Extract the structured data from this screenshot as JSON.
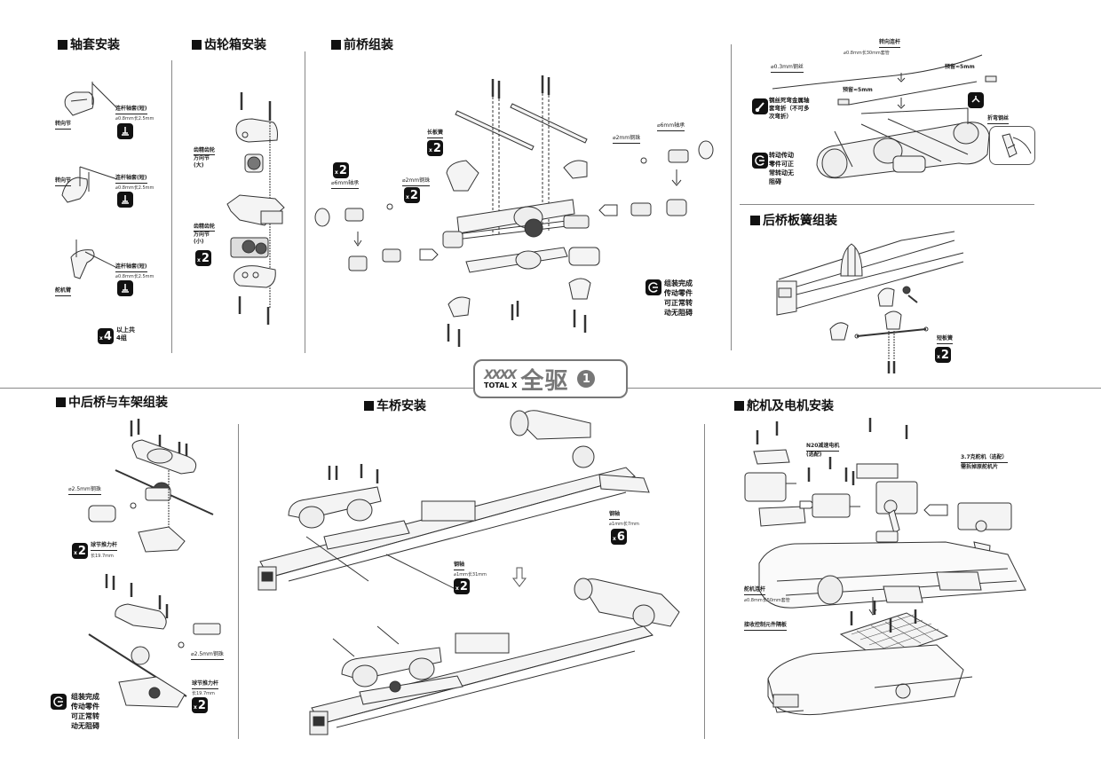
{
  "logo": {
    "stripes": "XXXX",
    "brand": "TOTAL X",
    "title_cn": "全驱",
    "page_number": "1"
  },
  "sections": {
    "bushing": {
      "title": "轴套安装",
      "parts": [
        {
          "part_label": "转向节",
          "rod_label": "连杆轴套(短)",
          "spec": "⌀0.8mm长2.5mm"
        },
        {
          "part_label": "转向节",
          "rod_label": "连杆轴套(短)",
          "spec": "⌀0.8mm长2.5mm"
        },
        {
          "part_label": "舵机臂",
          "rod_label": "连杆轴套(短)",
          "spec": "⌀0.8mm长2.5mm"
        }
      ],
      "qty": "4",
      "qty_note_line1": "以上共",
      "qty_note_line2": "4组"
    },
    "gearbox": {
      "title": "齿轮箱安装",
      "big_label_line1": "齿精齿轮",
      "big_label_line2": "万向节",
      "big_label_line3": "(大)",
      "small_label_line1": "齿精齿轮",
      "small_label_line2": "万向节",
      "small_label_line3": "(小)",
      "qty": "2"
    },
    "front_axle": {
      "title": "前桥组装",
      "leaf_spring_label": "长板簧",
      "leaf_spring_qty": "2",
      "bearing_left_label": "⌀6mm轴承",
      "bearing_left_qty": "2",
      "ball_left_label": "⌀2mm钢珠",
      "ball_left_qty": "2",
      "ball_right_label": "⌀2mm钢珠",
      "bearing_right_label": "⌀6mm轴承",
      "note_lines": [
        "组装完成",
        "传动零件",
        "可正常转",
        "动无阻碍"
      ]
    },
    "steering_link": {
      "link_label": "转向连杆",
      "link_spec": "⌀0.8mm长30mm套管",
      "wire_label": "⌀0.3mm钢丝",
      "reserve_right": "预留≈5mm",
      "reserve_left": "预留≈5mm",
      "wire_note_lines": [
        "钢丝死弯金属轴",
        "套弯折（不可多",
        "次弯折）"
      ],
      "bend_label": "折弯钢丝",
      "rotate_note_lines": [
        "转动传动",
        "零件可正",
        "常转动无",
        "阻碍"
      ]
    },
    "rear_leaf": {
      "title": "后桥板簧组装",
      "spring_label": "短板簧",
      "qty": "2"
    },
    "mid_rear": {
      "title": "中后桥与车架组装",
      "ball_top_label": "⌀2.5mm钢珠",
      "rod_top_label": "球节推力杆",
      "rod_top_spec": "长19.7mm",
      "rod_top_qty": "2",
      "ball_bottom_label": "⌀2.5mm钢珠",
      "rod_bottom_label": "球节推力杆",
      "rod_bottom_spec": "长19.7mm",
      "rod_bottom_qty": "2",
      "note_lines": [
        "组装完成",
        "传动零件",
        "可正常转",
        "动无阻碍"
      ]
    },
    "axle_install": {
      "title": "车桥安装",
      "shaft_short_label": "钢轴",
      "shaft_short_spec": "⌀1mm长7mm",
      "shaft_short_qty": "6",
      "shaft_long_label": "钢轴",
      "shaft_long_spec": "⌀1mm长31mm",
      "shaft_long_qty": "2"
    },
    "servo_motor": {
      "title": "舵机及电机安装",
      "motor_label_line1": "N20减速电机",
      "motor_label_line2": "(选配)",
      "servo_label_line1": "3.7克舵机（选配）",
      "servo_label_line2": "需拆掉原舵机片",
      "servo_rod_label": "舵机连杆",
      "servo_rod_spec": "⌀0.8mm长50mm套管",
      "receiver_label": "接收控制元件隔板"
    }
  }
}
